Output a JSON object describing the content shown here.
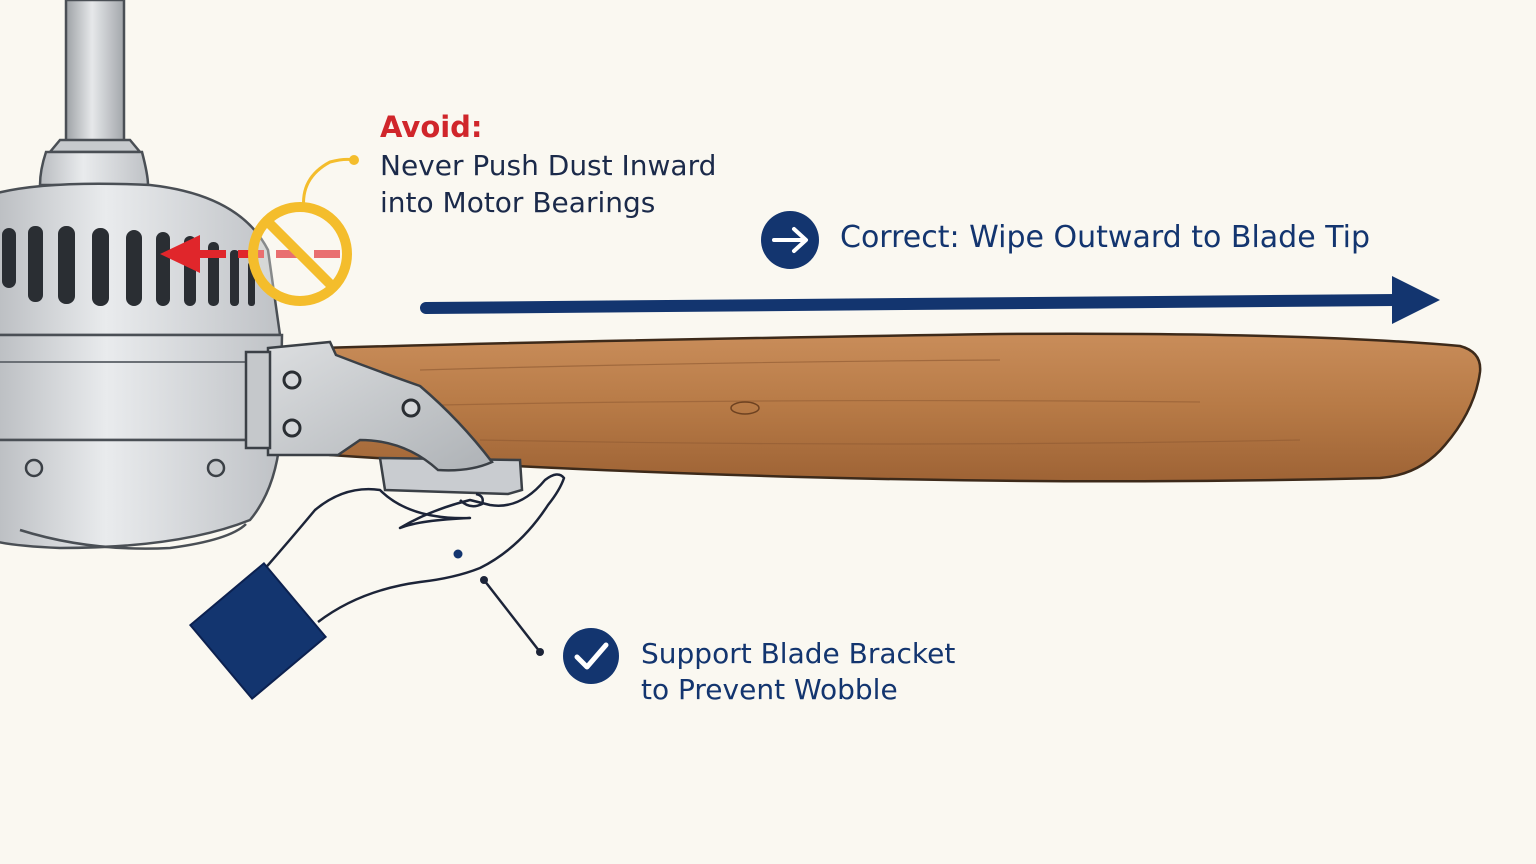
{
  "avoid": {
    "title": "Avoid:",
    "line1": "Never Push Dust Inward",
    "line2": "into Motor Bearings"
  },
  "correct": {
    "text": "Correct: Wipe Outward to Blade Tip"
  },
  "support": {
    "line1": "Support Blade Bracket",
    "line2": "to Prevent Wobble"
  },
  "icons": {
    "prohibit": "no-symbol-icon",
    "arrow_badge": "arrow-right-icon",
    "check_badge": "checkmark-icon"
  },
  "colors": {
    "navy": "#13356f",
    "warning_red": "#d0262b",
    "warning_yellow": "#f4bd2c",
    "wood": "#b97a48",
    "metal": "#d4d6d8",
    "background": "#faf8f1"
  }
}
